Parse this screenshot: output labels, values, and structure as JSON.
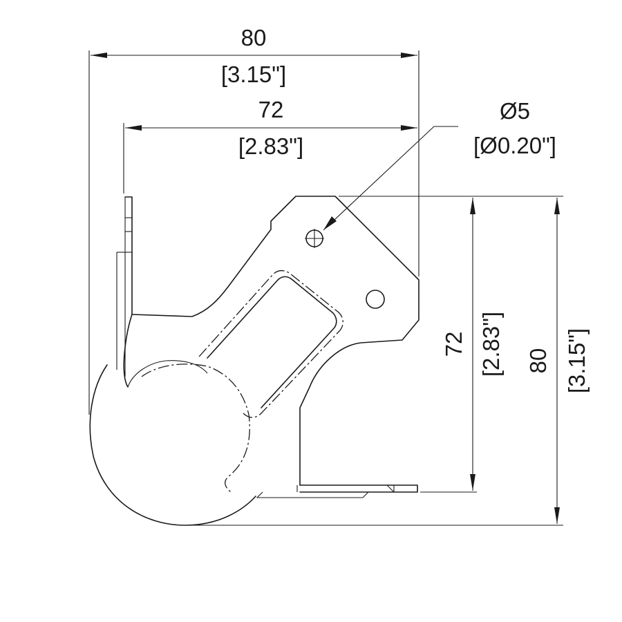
{
  "dimensions": {
    "overall_width": {
      "value": "80",
      "imperial": "[3.15\"]"
    },
    "inner_width": {
      "value": "72",
      "imperial": "[2.83\"]"
    },
    "hole": {
      "value": "Ø5",
      "imperial": "[Ø0.20\"]"
    },
    "inner_height": {
      "value": "72",
      "imperial": "[2.83\"]"
    },
    "overall_height": {
      "value": "80",
      "imperial": "[3.15\"]"
    }
  }
}
